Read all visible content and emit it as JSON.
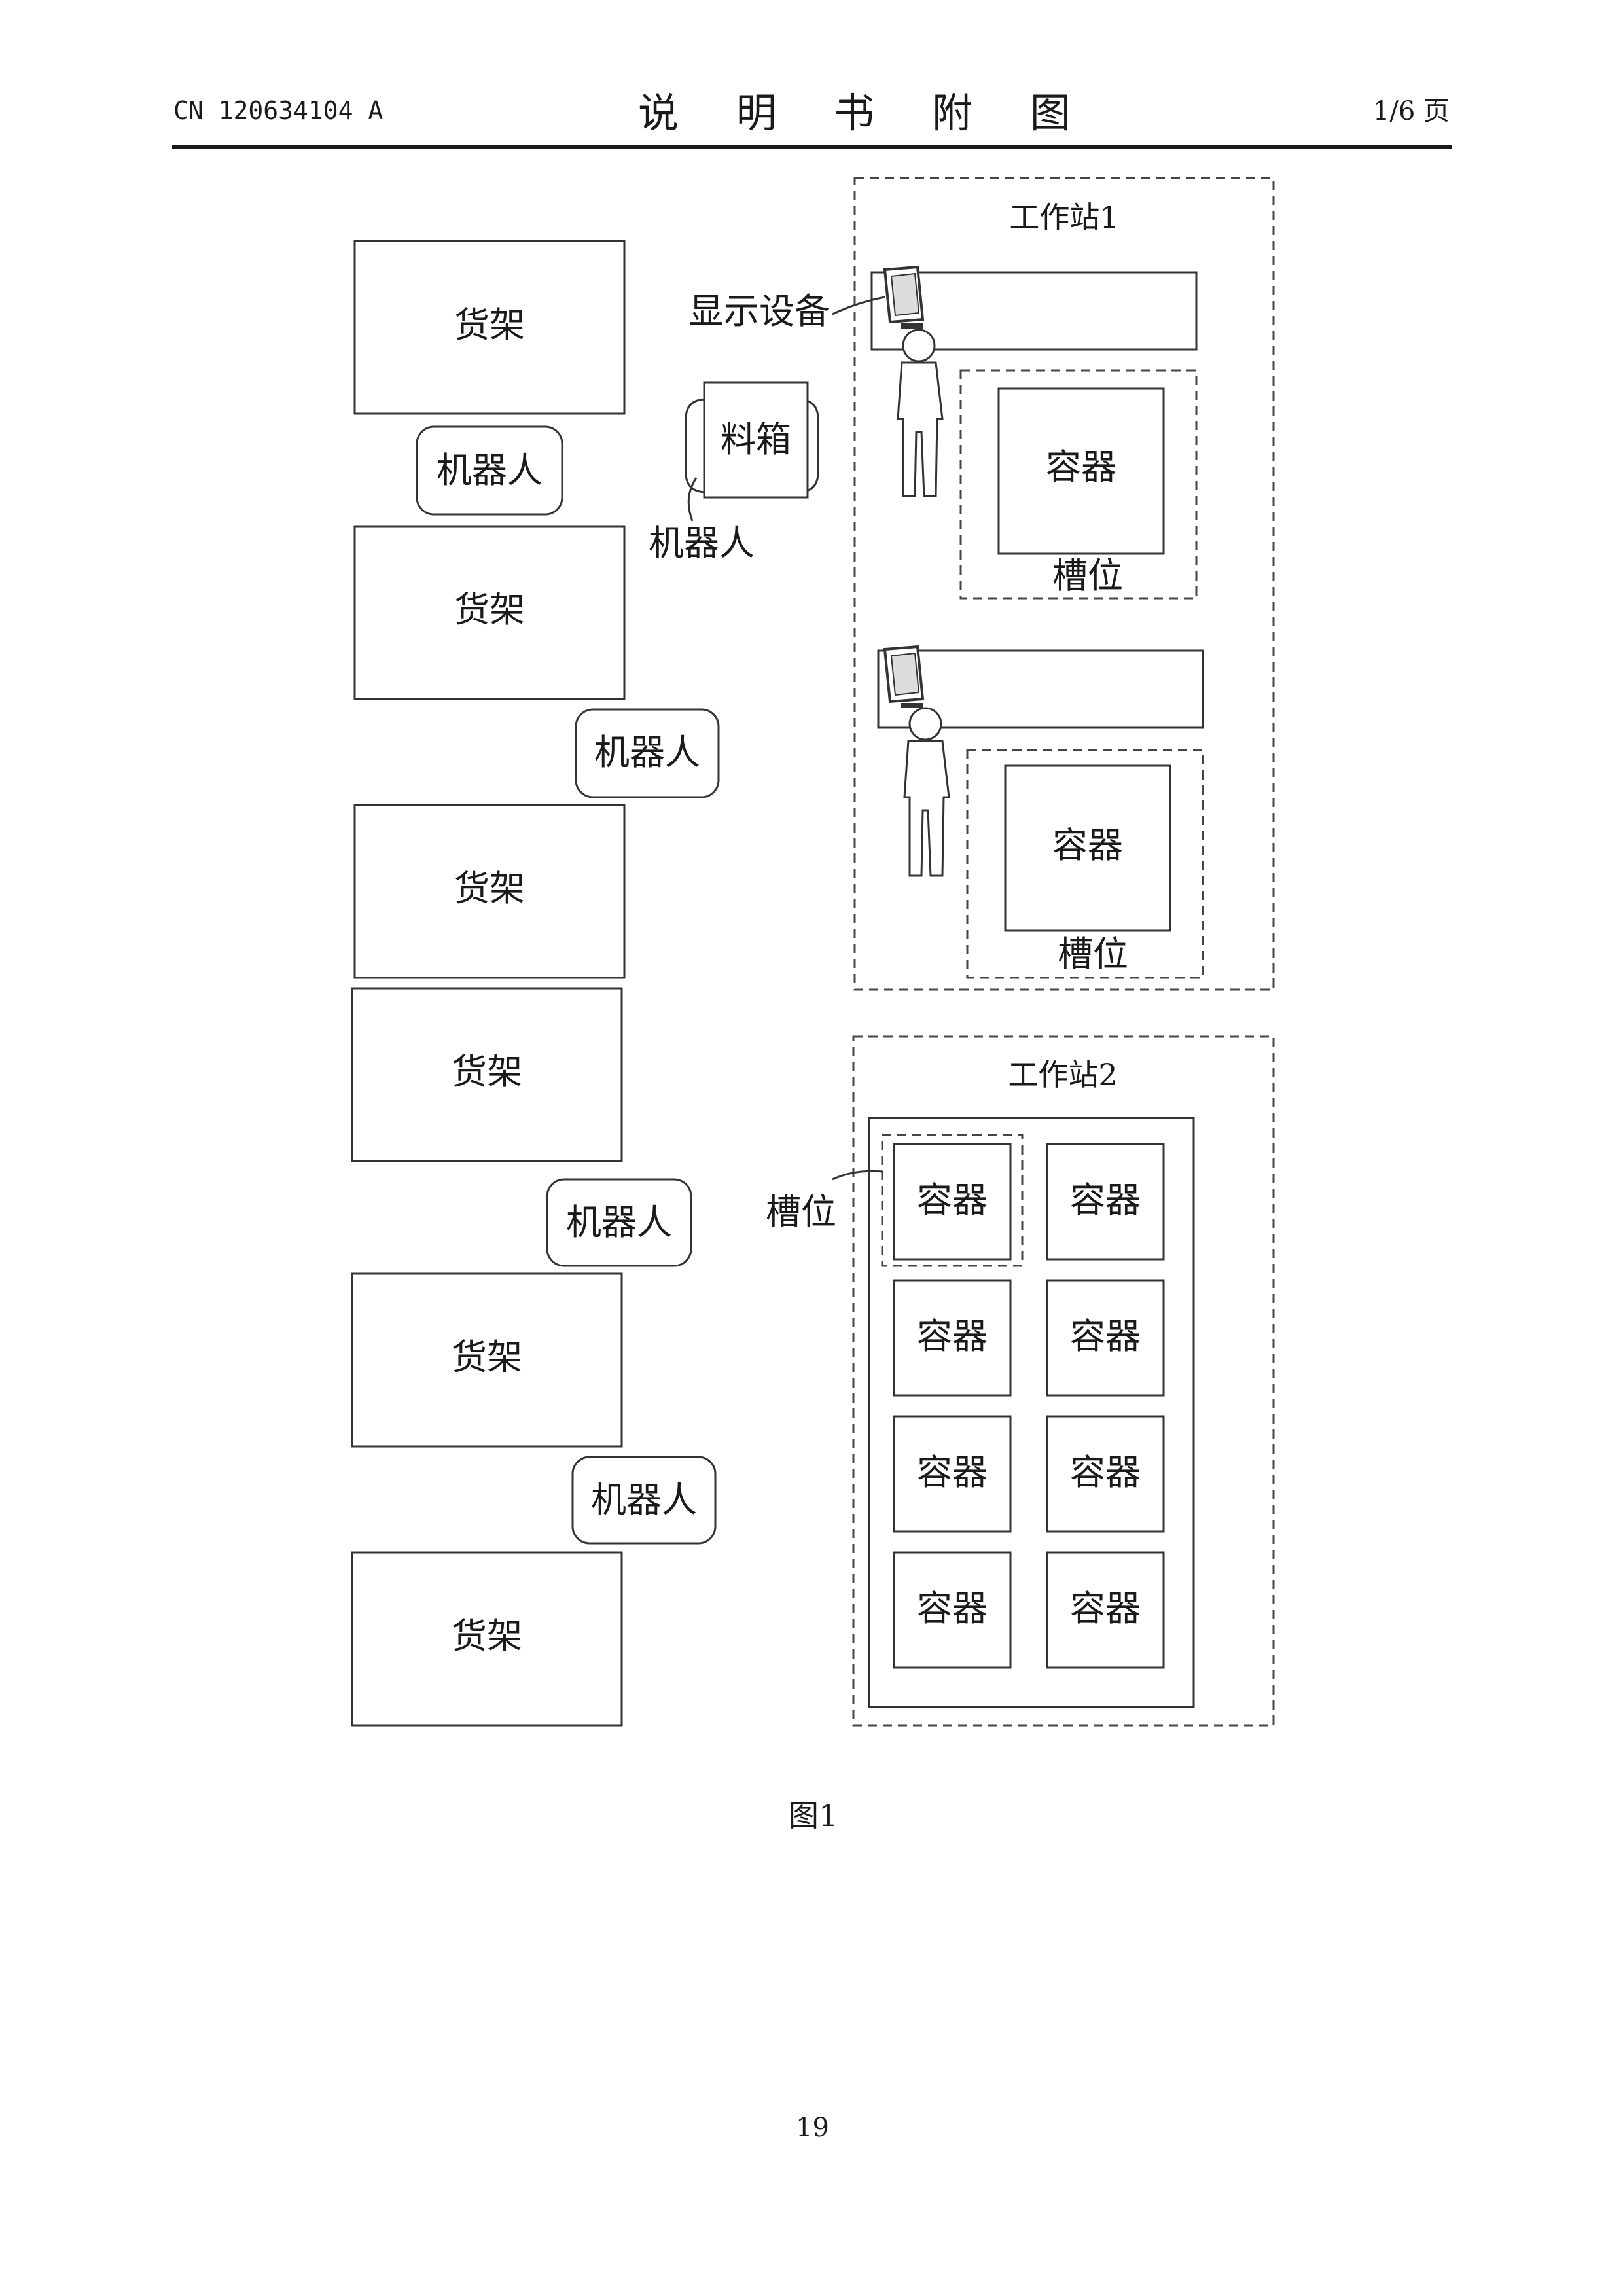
{
  "header": {
    "doc_number": "CN 120634104 A",
    "title": "说 明 书 附 图",
    "page_info": "1/6 页"
  },
  "diagram": {
    "shelf_label": "货架",
    "robot_label": "机器人",
    "bin_label": "料箱",
    "display_label": "显示设备",
    "container_label": "容器",
    "slot_label": "槽位",
    "workstation1_label": "工作站1",
    "workstation2_label": "工作站2"
  },
  "caption": "图1",
  "page_number": "19"
}
